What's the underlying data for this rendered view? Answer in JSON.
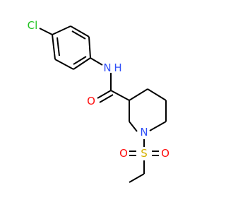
{
  "molecule": {
    "atoms": [
      {
        "id": "Cl",
        "symbol": "Cl",
        "color": "#21c321"
      },
      {
        "id": "N_amide",
        "symbol": "N",
        "color": "#3050f8"
      },
      {
        "id": "H_amide",
        "symbol": "H",
        "color": "#3050f8"
      },
      {
        "id": "O_carbonyl",
        "symbol": "O",
        "color": "#ff0d0d"
      },
      {
        "id": "N_ring",
        "symbol": "N",
        "color": "#3050f8"
      },
      {
        "id": "S",
        "symbol": "S",
        "color": "#d4b000"
      },
      {
        "id": "O_s1",
        "symbol": "O",
        "color": "#ff0d0d"
      },
      {
        "id": "O_s2",
        "symbol": "O",
        "color": "#ff0d0d"
      }
    ]
  }
}
